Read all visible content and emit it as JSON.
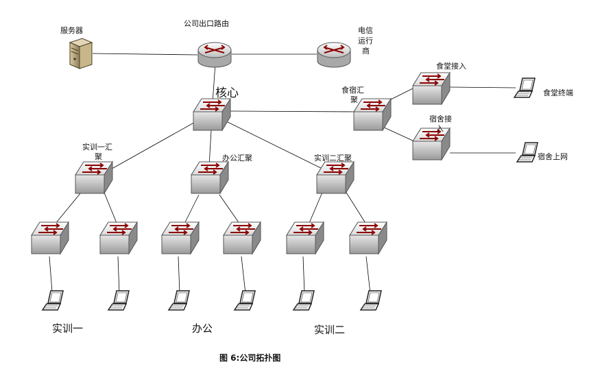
{
  "diagram": {
    "caption": "图 6:公司拓扑图",
    "nodes": {
      "router_main_label": "公司出口路由",
      "router_isp_label_lines": [
        "电信",
        "运行",
        "商"
      ],
      "server_label": "服务器",
      "core_label": "核心",
      "dorm_agg_label_lines": [
        "食宿汇",
        "聚"
      ],
      "canteen_access_label": "食堂接入",
      "dorm_access_label_lines": [
        "宿舍接",
        "入"
      ],
      "canteen_terminal_label": "食堂终端",
      "dorm_net_label": "宿舍上网",
      "train1_agg_label_lines": [
        "实训一汇",
        "聚"
      ],
      "office_agg_label": "办公汇聚",
      "train2_agg_label": "实训二汇聚",
      "train1_group_label": "实训一",
      "office_group_label": "办公",
      "train2_group_label": "实训二"
    }
  }
}
